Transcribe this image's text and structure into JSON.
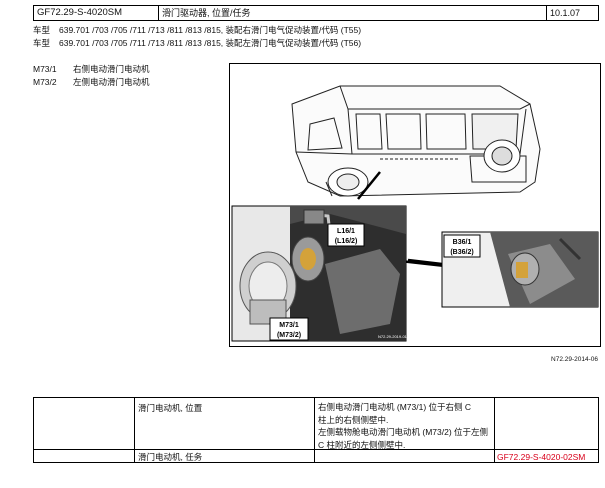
{
  "header": {
    "doc_id": "GF72.29-S-4020SM",
    "title": "滑门驱动器, 位置/任务",
    "date": "10.1.07"
  },
  "models": [
    {
      "label": "车型",
      "text": "639.701 /703 /705 /711 /713 /811 /813 /815, 装配右滑门电气促动装置/代码 (T55)"
    },
    {
      "label": "车型",
      "text": "639.701 /703 /705 /711 /713 /811 /813 /815, 装配左滑门电气促动装置/代码 (T56)"
    }
  ],
  "legend": [
    {
      "code": "M73/1",
      "desc": "右侧电动滑门电动机"
    },
    {
      "code": "M73/2",
      "desc": "左侧电动滑门电动机"
    }
  ],
  "figure": {
    "callouts": {
      "l16_a": "L16/1",
      "l16_b": "(L16/2)",
      "b36_a": "B36/1",
      "b36_b": "(B36/2)",
      "m73_a": "M73/1",
      "m73_b": "(M73/2)",
      "inset_ref": "N72.29-2019-01"
    },
    "ref": "N72.29-2014-06"
  },
  "table": {
    "rows": [
      {
        "label": "滑门电动机, 位置",
        "lines": [
          "右侧电动滑门电动机 (M73/1) 位于右侧 C",
          "柱上的右侧侧壁中.",
          "左侧载物舱电动滑门电动机 (M73/2) 位于左侧",
          "C 柱附近的左侧侧壁中."
        ],
        "link": ""
      },
      {
        "label": "滑门电动机, 任务",
        "lines": [],
        "link": "GF72.29-S-4020-02SM"
      }
    ],
    "link_color": "#d9001b"
  }
}
